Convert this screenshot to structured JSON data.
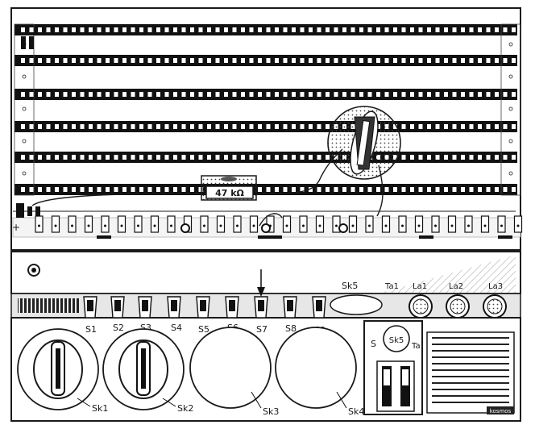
{
  "resistor": {
    "label": "47 kΩ"
  },
  "polarity": {
    "plus": "+"
  },
  "top_labels": {
    "sk5": "Sk5",
    "ta1": "Ta1",
    "la1": "La1",
    "la2": "La2",
    "la3": "La3"
  },
  "switches": [
    "S1",
    "S2",
    "S3",
    "S4",
    "S5",
    "S6",
    "S7",
    "S8",
    "S9"
  ],
  "dials": [
    "Sk1",
    "Sk2",
    "Sk3",
    "Sk4"
  ],
  "control_box": {
    "s": "S",
    "sk5": "Sk5",
    "ta": "Ta"
  },
  "brand": "kosmos",
  "colors": {
    "ink": "#1a1a1a",
    "paper": "#ffffff",
    "shade": "#cfcfcf"
  }
}
